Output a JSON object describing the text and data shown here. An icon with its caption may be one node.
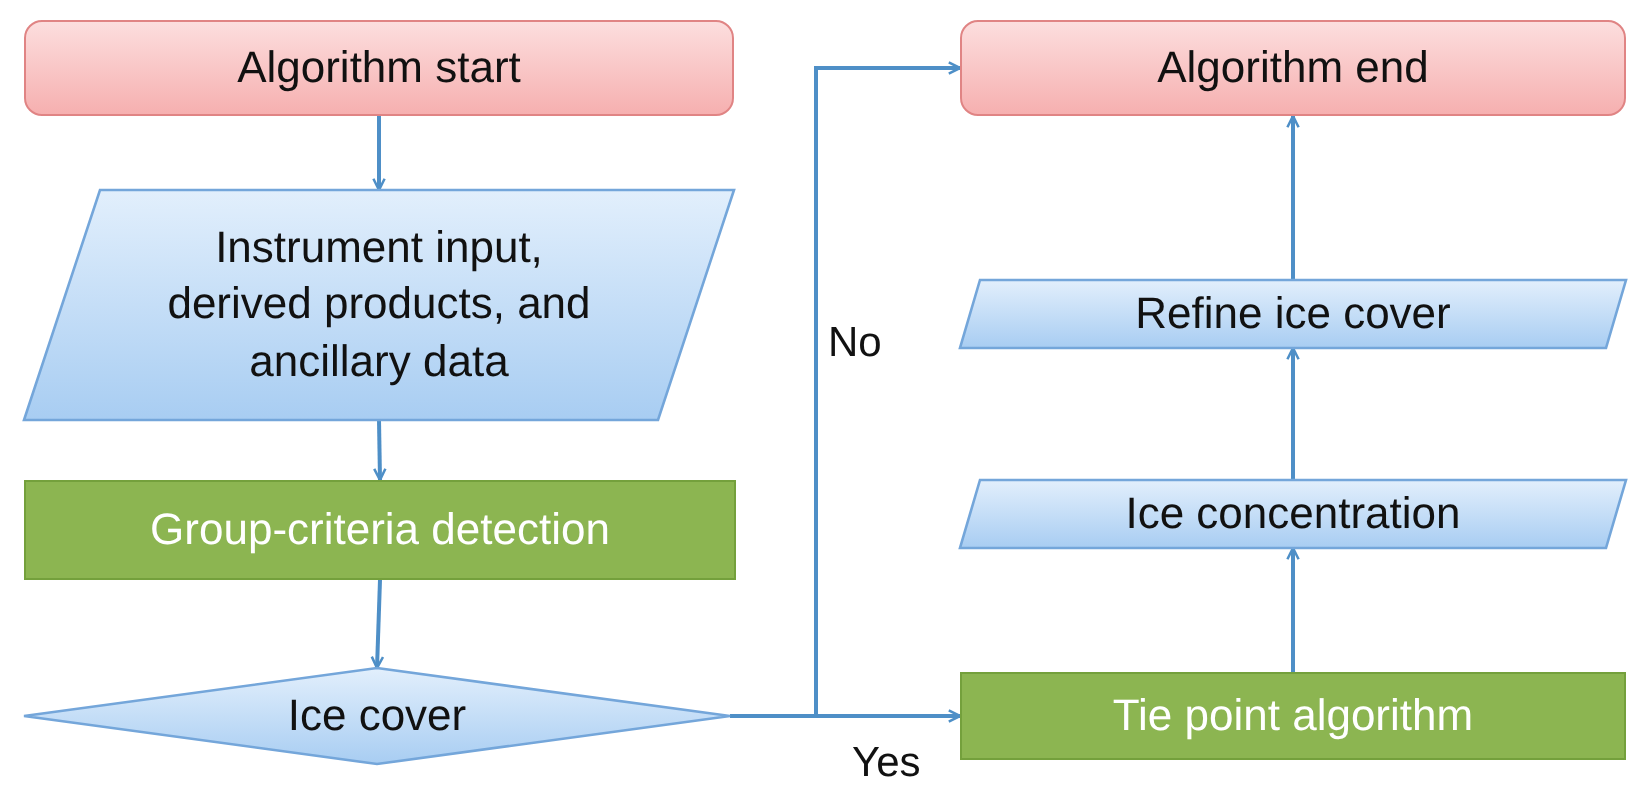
{
  "diagram": {
    "nodes": [
      {
        "text": [
          "Algorithm start"
        ]
      },
      {
        "text": [
          "Instrument input, derived products, and ancillary data"
        ]
      },
      {
        "text": [
          "Group-criteria detection"
        ]
      },
      {
        "text": [
          "Ice cover"
        ]
      },
      {
        "text": [
          "Algorithm end"
        ]
      },
      {
        "text": [
          "Refine ice cover"
        ]
      },
      {
        "text": [
          "Ice concentration"
        ]
      },
      {
        "text": [
          "Tie point algorithm"
        ]
      }
    ],
    "edges": [
      {
        "from": 0,
        "to": 1,
        "arrow": "to"
      },
      {
        "from": 1,
        "to": 2,
        "arrow": "to"
      },
      {
        "from": 2,
        "to": 3,
        "arrow": "to"
      },
      {
        "from": 3,
        "to": 4,
        "arrow": "to",
        "label": "No"
      },
      {
        "from": 3,
        "to": 7,
        "arrow": "to",
        "label": "Yes"
      },
      {
        "from": 7,
        "to": 6,
        "arrow": "to"
      },
      {
        "from": 6,
        "to": 5,
        "arrow": "to"
      },
      {
        "from": 5,
        "to": 4,
        "arrow": "to"
      }
    ]
  }
}
